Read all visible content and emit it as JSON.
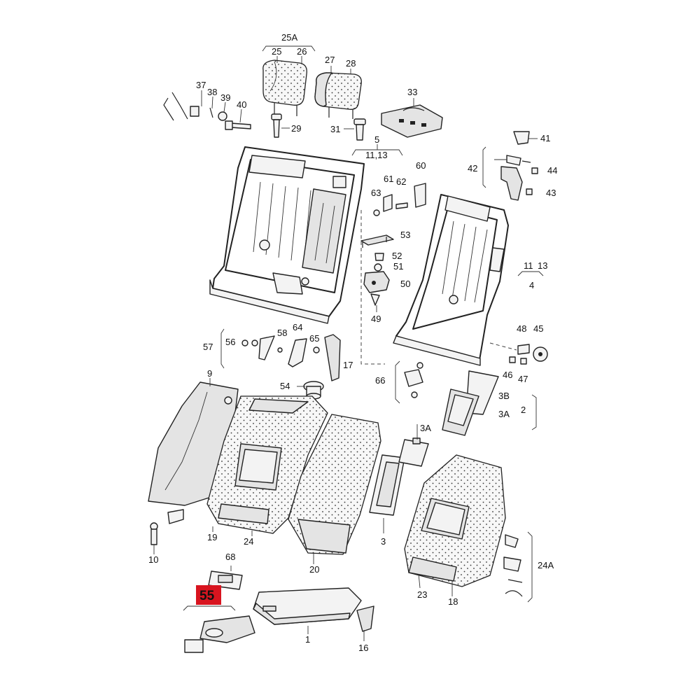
{
  "diagram": {
    "highlighted_part": "55",
    "highlight_color": "#d8141f",
    "callouts": [
      {
        "id": "25A",
        "text": "25A"
      },
      {
        "id": "25",
        "text": "25"
      },
      {
        "id": "26",
        "text": "26"
      },
      {
        "id": "27",
        "text": "27"
      },
      {
        "id": "28",
        "text": "28"
      },
      {
        "id": "33",
        "text": "33"
      },
      {
        "id": "37",
        "text": "37"
      },
      {
        "id": "38",
        "text": "38"
      },
      {
        "id": "39",
        "text": "39"
      },
      {
        "id": "40",
        "text": "40"
      },
      {
        "id": "29",
        "text": "29"
      },
      {
        "id": "31",
        "text": "31"
      },
      {
        "id": "5",
        "text": "5"
      },
      {
        "id": "11_13a",
        "text": "11,13"
      },
      {
        "id": "41",
        "text": "41"
      },
      {
        "id": "42",
        "text": "42"
      },
      {
        "id": "44",
        "text": "44"
      },
      {
        "id": "43",
        "text": "43"
      },
      {
        "id": "60",
        "text": "60"
      },
      {
        "id": "61",
        "text": "61"
      },
      {
        "id": "63",
        "text": "63"
      },
      {
        "id": "62",
        "text": "62"
      },
      {
        "id": "53",
        "text": "53"
      },
      {
        "id": "52",
        "text": "52"
      },
      {
        "id": "51",
        "text": "51"
      },
      {
        "id": "50",
        "text": "50"
      },
      {
        "id": "49",
        "text": "49"
      },
      {
        "id": "11",
        "text": "11"
      },
      {
        "id": "13",
        "text": "13"
      },
      {
        "id": "4",
        "text": "4"
      },
      {
        "id": "56",
        "text": "56"
      },
      {
        "id": "58",
        "text": "58"
      },
      {
        "id": "64",
        "text": "64"
      },
      {
        "id": "57",
        "text": "57"
      },
      {
        "id": "65",
        "text": "65"
      },
      {
        "id": "17",
        "text": "17"
      },
      {
        "id": "48",
        "text": "48"
      },
      {
        "id": "45",
        "text": "45"
      },
      {
        "id": "46",
        "text": "46"
      },
      {
        "id": "47",
        "text": "47"
      },
      {
        "id": "9",
        "text": "9"
      },
      {
        "id": "54",
        "text": "54"
      },
      {
        "id": "66",
        "text": "66"
      },
      {
        "id": "3B",
        "text": "3B"
      },
      {
        "id": "3A",
        "text": "3A"
      },
      {
        "id": "2",
        "text": "2"
      },
      {
        "id": "3A_b",
        "text": "3A"
      },
      {
        "id": "19",
        "text": "19"
      },
      {
        "id": "24",
        "text": "24"
      },
      {
        "id": "10",
        "text": "10"
      },
      {
        "id": "3",
        "text": "3"
      },
      {
        "id": "20",
        "text": "20"
      },
      {
        "id": "68",
        "text": "68"
      },
      {
        "id": "24A",
        "text": "24A"
      },
      {
        "id": "23",
        "text": "23"
      },
      {
        "id": "18",
        "text": "18"
      },
      {
        "id": "1",
        "text": "1"
      },
      {
        "id": "16",
        "text": "16"
      }
    ]
  }
}
